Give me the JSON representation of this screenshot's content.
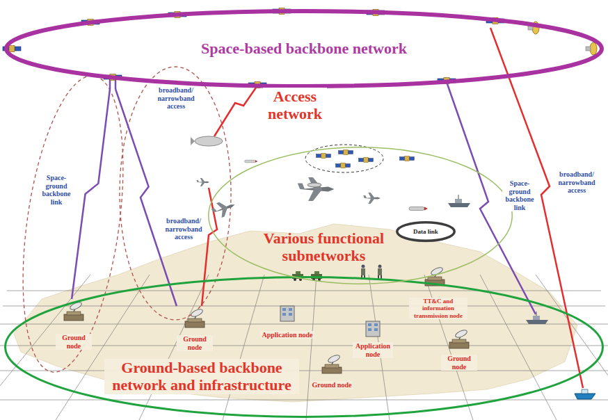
{
  "diagram": {
    "nodes": [
      {
        "text": [
          "Space-based backbone network"
        ]
      },
      {
        "text": [
          "Ground-based backbone network and infrastructure"
        ]
      },
      {
        "text": [
          "Various functional subnetworks"
        ]
      },
      {
        "text": [
          "Data link"
        ],
        "in": 2
      },
      {
        "text": [
          "Ground node"
        ],
        "in": 1
      },
      {
        "text": [
          "Ground node"
        ],
        "in": 1
      },
      {
        "text": [
          "Application node"
        ],
        "in": 1
      },
      {
        "text": [
          "Ground node"
        ],
        "in": 1
      },
      {
        "text": [
          "Application node"
        ],
        "in": 1
      },
      {
        "text": [
          "TT&C and information transmission node"
        ],
        "in": 1
      },
      {
        "text": [
          "Ground node"
        ],
        "in": 1
      }
    ],
    "edges": [
      {
        "from": 0,
        "to": 4,
        "label": "Space-ground backbone link",
        "arrow": "none"
      },
      {
        "from": 0,
        "to": 5,
        "arrow": "none"
      }
    ],
    "labels": [
      "Access network",
      "broadband/ narrowband access",
      "broadband/ narrowband access",
      "Space-ground backbone link",
      "broadband/ narrowband access"
    ]
  }
}
